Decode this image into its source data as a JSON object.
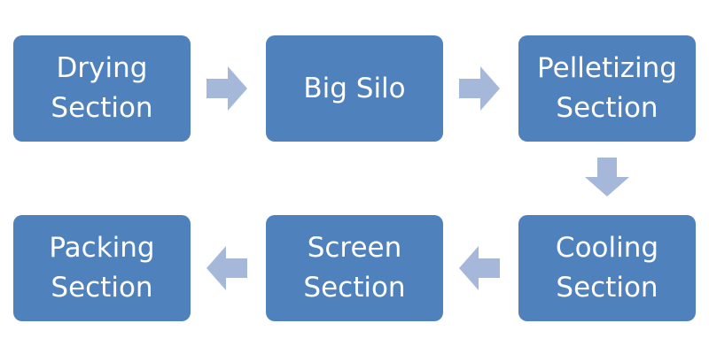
{
  "colors": {
    "box_fill": "#4f81bd",
    "box_text": "#ffffff",
    "arrow_fill": "#a5b8d9"
  },
  "steps": [
    {
      "label": "Drying\nSection"
    },
    {
      "label": "Big Silo"
    },
    {
      "label": "Pelletizing\nSection"
    },
    {
      "label": "Cooling\nSection"
    },
    {
      "label": "Screen\nSection"
    },
    {
      "label": "Packing\nSection"
    }
  ],
  "arrows": [
    {
      "direction": "right",
      "from": "Drying Section",
      "to": "Big Silo"
    },
    {
      "direction": "right",
      "from": "Big Silo",
      "to": "Pelletizing Section"
    },
    {
      "direction": "down",
      "from": "Pelletizing Section",
      "to": "Cooling Section"
    },
    {
      "direction": "left",
      "from": "Cooling Section",
      "to": "Screen Section"
    },
    {
      "direction": "left",
      "from": "Screen Section",
      "to": "Packing Section"
    }
  ]
}
